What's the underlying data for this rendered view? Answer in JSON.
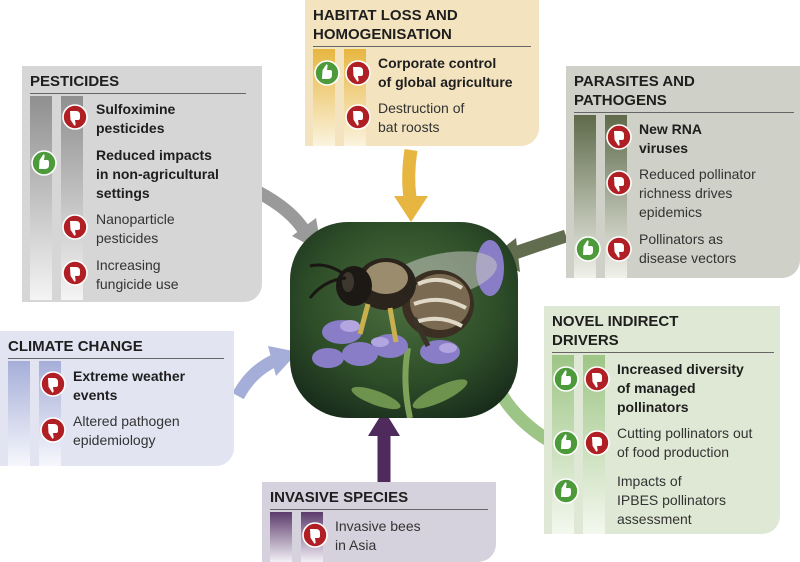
{
  "colors": {
    "pesticides": "#d6d6d6",
    "habitat": "#f3e3bf",
    "parasites": "#cfd0c7",
    "climate": "#e2e4f2",
    "invasive": "#d6d2dd",
    "novel": "#dfe8d4",
    "thumb_up": "#4c9a3a",
    "thumb_down": "#b01f24"
  },
  "icons": {
    "positive": "thumbs-up-icon",
    "negative": "thumbs-down-icon"
  },
  "center": {
    "image": "bee-on-flower-photo"
  },
  "pesticides": {
    "title": "PESTICIDES",
    "items": [
      {
        "lines": [
          "Sulfoximine",
          "pesticides"
        ],
        "bold": true,
        "icon": "negative"
      },
      {
        "lines": [
          "Reduced impacts",
          "in non-agricultural",
          "settings"
        ],
        "bold": true,
        "icon": "positive"
      },
      {
        "lines": [
          "Nanoparticle",
          "pesticides"
        ],
        "bold": false,
        "icon": "negative"
      },
      {
        "lines": [
          "Increasing",
          "fungicide use"
        ],
        "bold": false,
        "icon": "negative"
      }
    ]
  },
  "habitat": {
    "title_lines": [
      "HABITAT LOSS AND",
      "HOMOGENISATION"
    ],
    "items": [
      {
        "lines": [
          "Corporate control",
          "of global agriculture"
        ],
        "bold": true,
        "icons": [
          "positive",
          "negative"
        ]
      },
      {
        "lines": [
          "Destruction of",
          "bat roosts"
        ],
        "bold": false,
        "icon": "negative"
      }
    ]
  },
  "parasites": {
    "title_lines": [
      "PARASITES AND",
      "PATHOGENS"
    ],
    "items": [
      {
        "lines": [
          "New RNA",
          "viruses"
        ],
        "bold": true,
        "icon": "negative"
      },
      {
        "lines": [
          "Reduced pollinator",
          "richness drives",
          "epidemics"
        ],
        "bold": false,
        "icon": "negative"
      },
      {
        "lines": [
          "Pollinators as",
          "disease vectors"
        ],
        "bold": false,
        "icons": [
          "positive",
          "negative"
        ]
      }
    ]
  },
  "climate": {
    "title": "CLIMATE CHANGE",
    "items": [
      {
        "lines": [
          "Extreme weather",
          "events"
        ],
        "bold": true,
        "icon": "negative"
      },
      {
        "lines": [
          "Altered pathogen",
          "epidemiology"
        ],
        "bold": false,
        "icon": "negative"
      }
    ]
  },
  "invasive": {
    "title": "INVASIVE SPECIES",
    "items": [
      {
        "lines": [
          "Invasive bees",
          "in Asia"
        ],
        "bold": false,
        "icon": "negative"
      }
    ]
  },
  "novel": {
    "title_lines": [
      "NOVEL INDIRECT",
      "DRIVERS"
    ],
    "items": [
      {
        "lines": [
          "Increased diversity",
          "of managed",
          "pollinators"
        ],
        "bold": true,
        "icons": [
          "positive",
          "negative"
        ]
      },
      {
        "lines": [
          "Cutting pollinators out",
          "of food production"
        ],
        "bold": false,
        "icons": [
          "positive",
          "negative"
        ]
      },
      {
        "lines": [
          "Impacts of",
          "IPBES pollinators",
          "assessment"
        ],
        "bold": false,
        "icon": "positive"
      }
    ]
  }
}
